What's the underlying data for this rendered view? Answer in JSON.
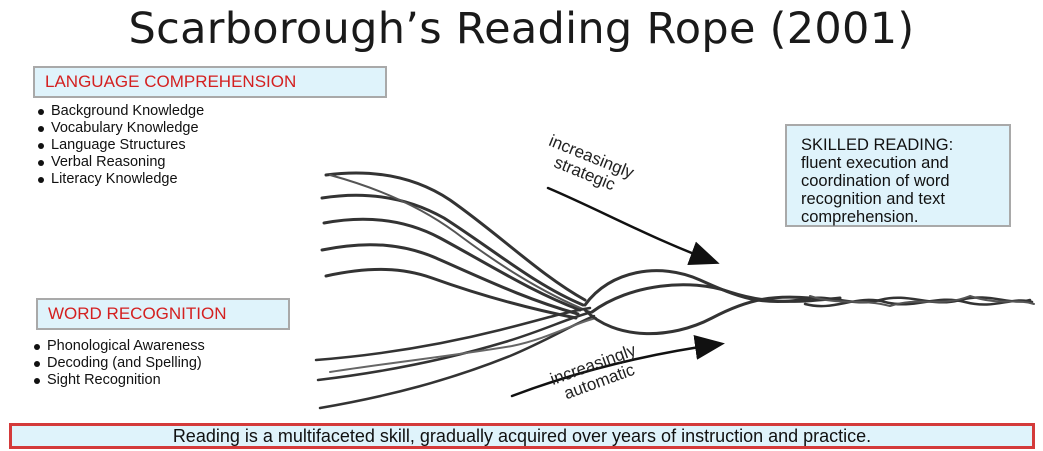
{
  "title": "Scarborough’s Reading Rope (2001)",
  "language_comprehension": {
    "heading": "LANGUAGE COMPREHENSION",
    "items": [
      "Background Knowledge",
      "Vocabulary Knowledge",
      "Language Structures",
      "Verbal Reasoning",
      "Literacy Knowledge"
    ]
  },
  "word_recognition": {
    "heading": "WORD RECOGNITION",
    "items": [
      "Phonological Awareness",
      "Decoding (and Spelling)",
      "Sight Recognition"
    ]
  },
  "arrows": {
    "upper_line1": "increasingly",
    "upper_line2": "strategic",
    "lower_line1": "increasingly",
    "lower_line2": "automatic"
  },
  "skilled_reading": {
    "heading": "SKILLED READING:",
    "body": "fluent execution and coordination of word recognition and text comprehension."
  },
  "footer": "Reading is a multifaceted skill, gradually acquired over years of instruction and practice.",
  "colors": {
    "box_fill": "#dff3fb",
    "heading_red": "#d42020",
    "footer_border": "#d43a3a"
  }
}
